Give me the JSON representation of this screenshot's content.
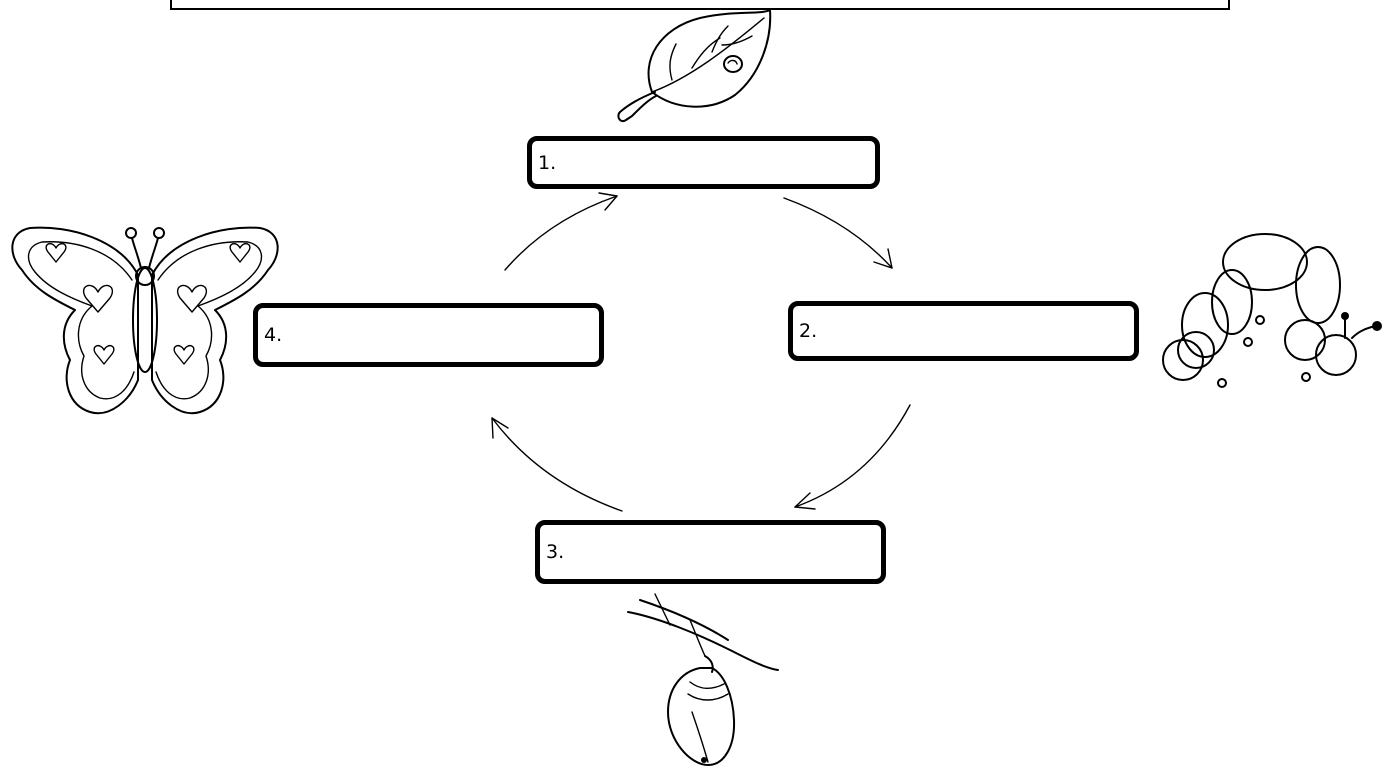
{
  "stages": [
    {
      "label": "1.",
      "icon": "egg-on-leaf-icon"
    },
    {
      "label": "2.",
      "icon": "caterpillar-icon"
    },
    {
      "label": "3.",
      "icon": "chrysalis-icon"
    },
    {
      "label": "4.",
      "icon": "butterfly-icon"
    }
  ],
  "colors": {
    "ink": "#000000",
    "background": "#ffffff"
  }
}
